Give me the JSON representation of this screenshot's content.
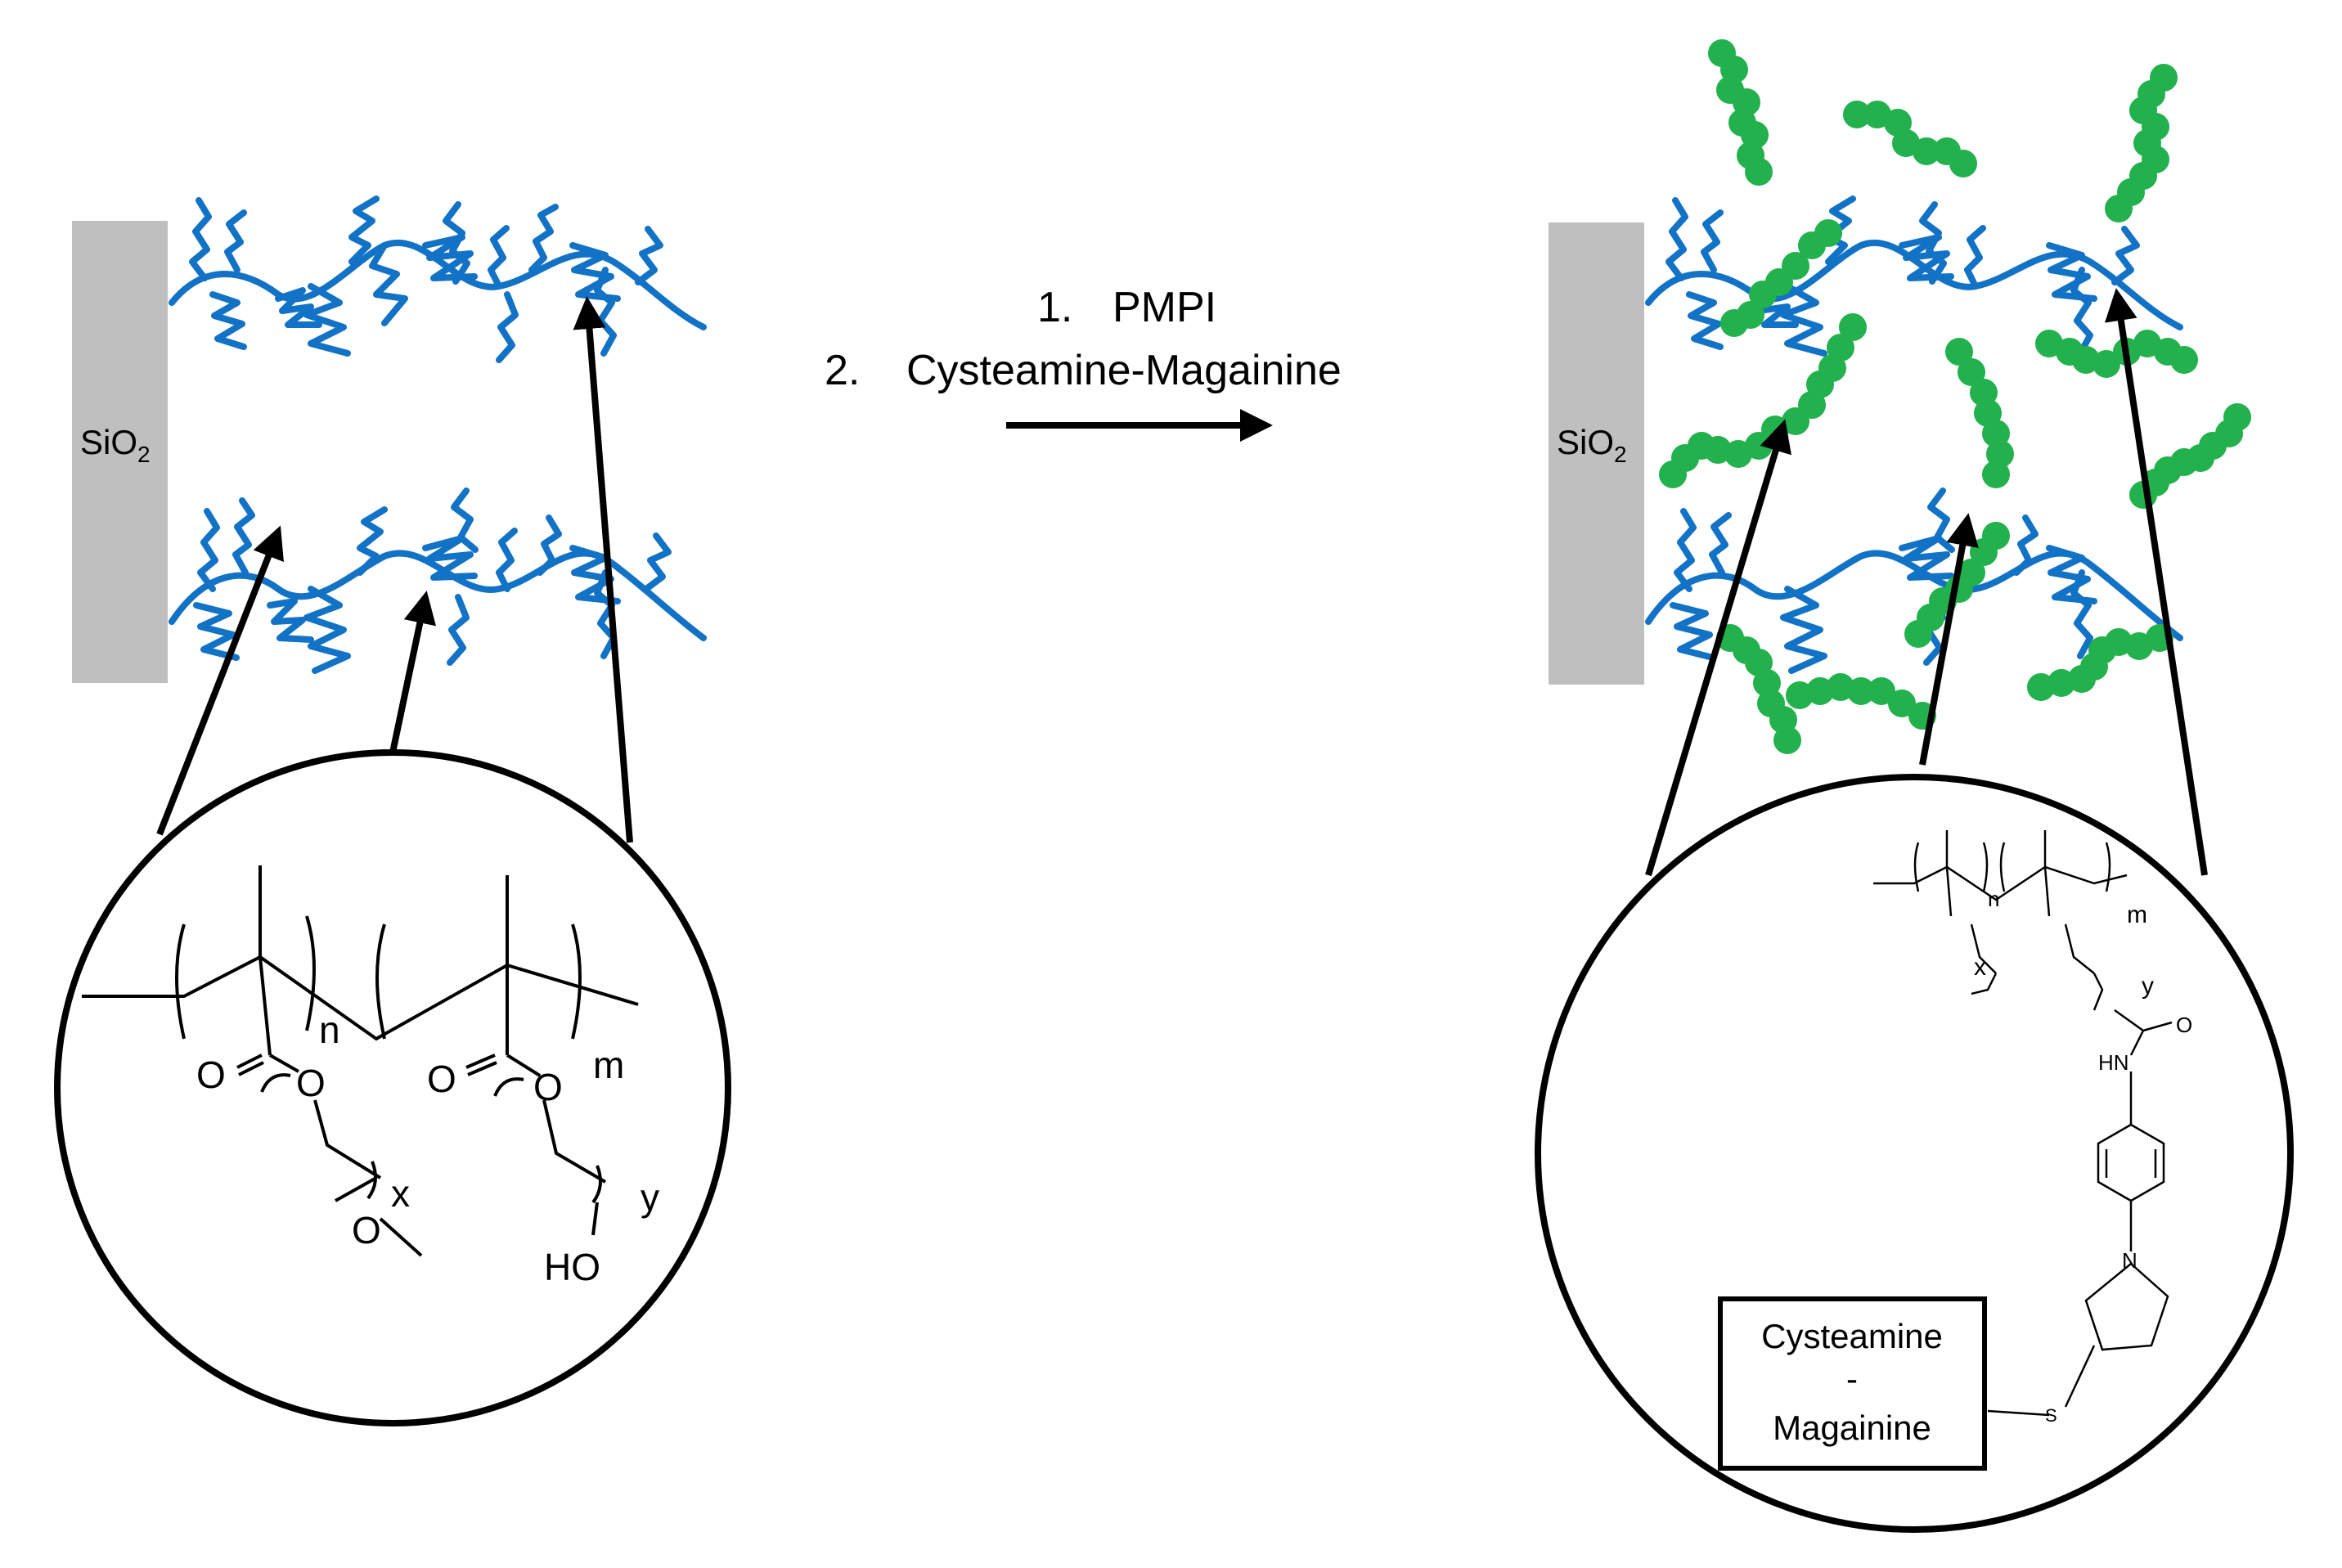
{
  "substrate_left": {
    "label": "SiO",
    "subscript": "2"
  },
  "substrate_right": {
    "label": "SiO",
    "subscript": "2"
  },
  "reaction": {
    "step1_num": "1.",
    "step1": "PMPI",
    "step2_num": "2.",
    "step2": "Cysteamine-Magainine"
  },
  "left_structure": {
    "n": "n",
    "m": "m",
    "x": "x",
    "y": "y",
    "o1": "O",
    "o2": "O",
    "o3": "O",
    "o4": "O",
    "o5": "O",
    "ho": "HO"
  },
  "right_structure": {
    "n": "n",
    "m": "m",
    "x": "x",
    "y": "y",
    "o": "O",
    "hn": "HN",
    "n_ring": "N",
    "s": "S",
    "box_line1": "Cysteamine",
    "box_line2": "-",
    "box_line3": "Magainine"
  },
  "colors": {
    "polymer": "#1272c6",
    "peptide": "#22b14c",
    "substrate": "#bfbfbf"
  }
}
